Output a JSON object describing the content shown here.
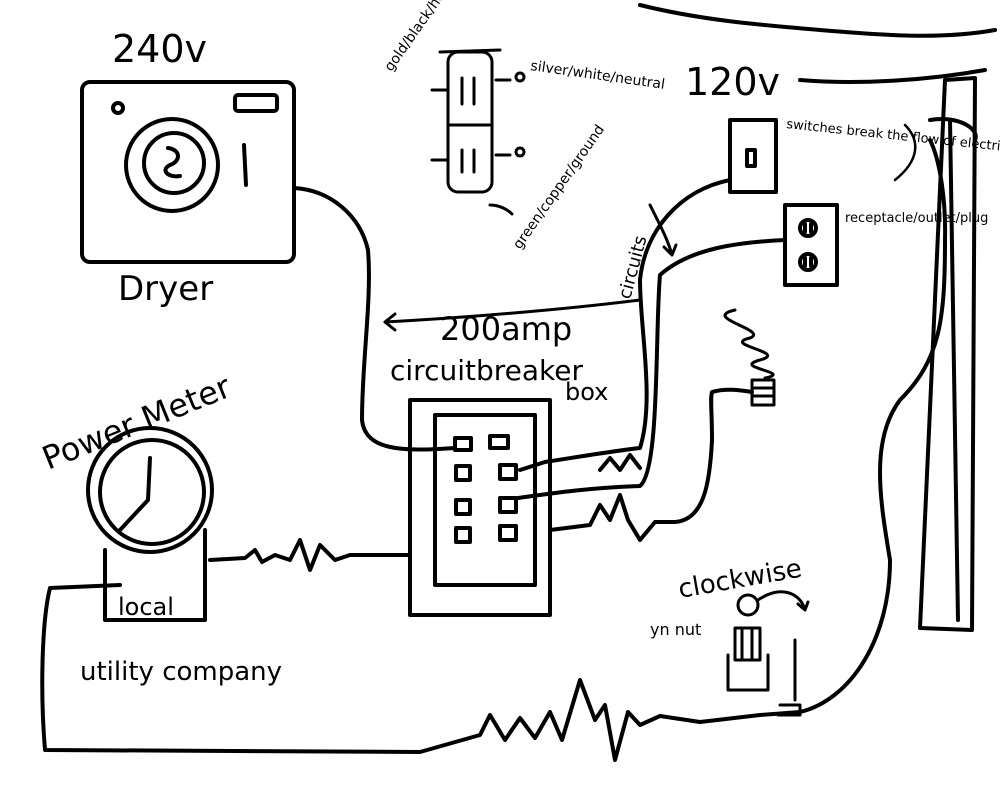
{
  "labels": {
    "dryer_voltage": "240v",
    "dryer": "Dryer",
    "outlet_hot": "gold/black/hot",
    "outlet_neutral": "silver/white/neutral",
    "outlet_ground": "green/copper/ground",
    "voltage_120": "120v",
    "switch_desc": "switches break the flow of electricity (interrupt)",
    "receptacle": "receptacle/outlet/plug",
    "circuits": "circuits",
    "breaker_amp": "200amp",
    "breaker_title": "circuitbreaker",
    "breaker_box": "box",
    "power_meter": "Power Meter",
    "meter_local": "local",
    "utility": "utility company",
    "clockwise": "clockwise",
    "screw_note": "yn nut"
  },
  "colors": {
    "ink": "#000000",
    "paper": "#ffffff"
  }
}
